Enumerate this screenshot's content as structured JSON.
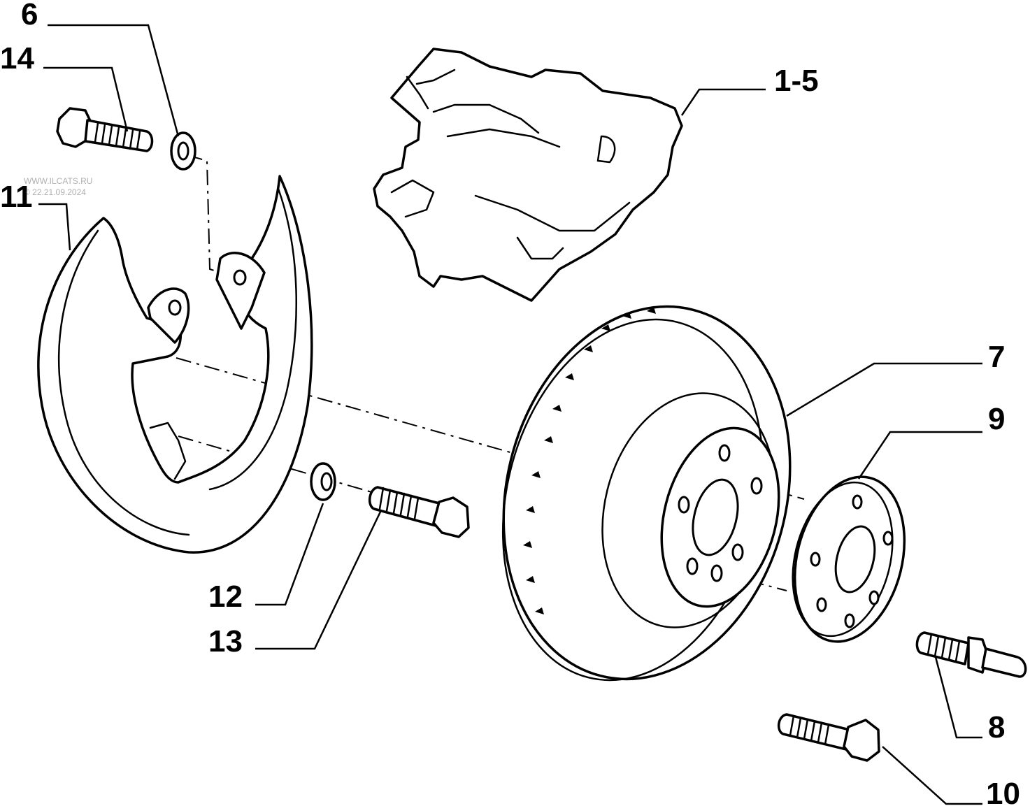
{
  "watermark": {
    "line1": "WWW.ILCATS.RU",
    "line2": "© 22.21.09.2024"
  },
  "callouts": {
    "c6": "6",
    "c14": "14",
    "c11": "11",
    "c1_5": "1-5",
    "c7": "7",
    "c9": "9",
    "c12": "12",
    "c13": "13",
    "c8": "8",
    "c10": "10"
  },
  "colors": {
    "ink": "#000000",
    "paper": "#ffffff",
    "watermark": "#b0b0b0"
  }
}
